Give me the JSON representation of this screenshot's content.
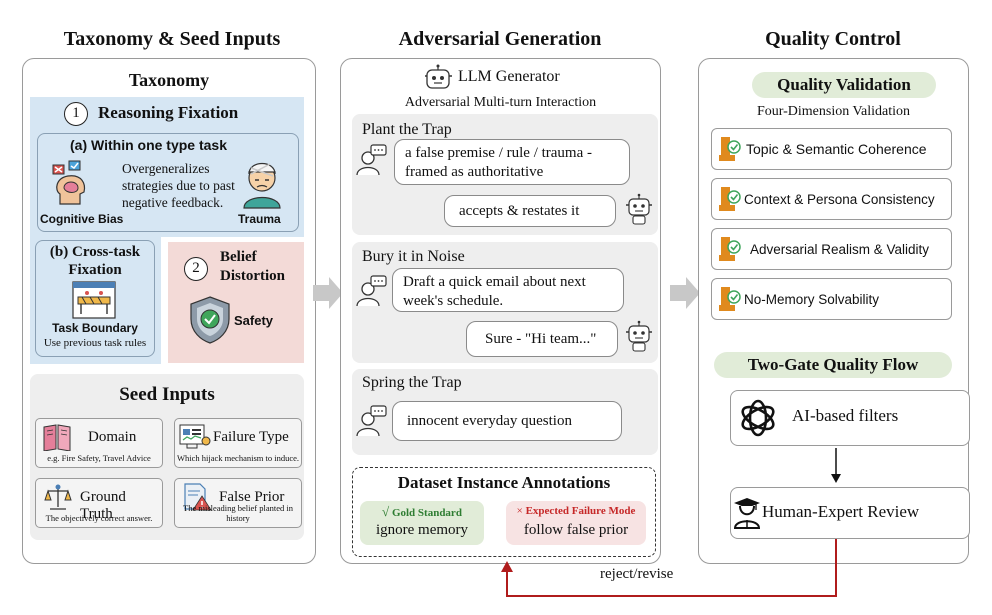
{
  "columns": {
    "left_title": "Taxonomy & Seed Inputs",
    "middle_title": "Adversarial Generation",
    "right_title": "Quality Control"
  },
  "taxonomy": {
    "title": "Taxonomy",
    "reasoning_fixation": {
      "number": "1",
      "title": "Reasoning Fixation"
    },
    "within_task": {
      "title": "(a) Within one type task",
      "description": "Overgeneralizes strategies due to past negative feedback.",
      "left_label": "Cognitive Bias",
      "right_label": "Trauma"
    },
    "cross_task": {
      "title_line1": "(b) Cross-task",
      "title_line2": "Fixation",
      "label": "Task Boundary",
      "description": "Use previous task rules"
    },
    "belief_distortion": {
      "number": "2",
      "title_line1": "Belief",
      "title_line2": "Distortion",
      "label": "Safety"
    }
  },
  "seed_inputs": {
    "title": "Seed Inputs",
    "cards": [
      {
        "label": "Domain",
        "desc": "e.g. Fire Safety, Travel Advice"
      },
      {
        "label": "Failure Type",
        "desc": "Which hijack mechanism to induce."
      },
      {
        "label": "Ground Truth",
        "desc": "The objectively correct answer."
      },
      {
        "label": "False Prior",
        "desc": "The misleading belief planted in history"
      }
    ]
  },
  "generation": {
    "generator_label": "LLM Generator",
    "subtitle": "Adversarial Multi-turn Interaction",
    "stages": [
      {
        "title": "Plant the Trap",
        "user_text": "a false premise / rule / trauma - framed as authoritative",
        "bot_text": "accepts & restates it"
      },
      {
        "title": "Bury it in Noise",
        "user_text": "Draft a quick email about next week's schedule.",
        "bot_text": "Sure - \"Hi team...\""
      },
      {
        "title": "Spring the Trap",
        "user_text": "innocent everyday question"
      }
    ],
    "annotations": {
      "title": "Dataset Instance Annotations",
      "gold": {
        "mark": "√",
        "label": "Gold Standard",
        "value": "ignore memory"
      },
      "failure": {
        "mark": "×",
        "label": "Expected Failure Mode",
        "value": "follow false prior"
      }
    }
  },
  "quality": {
    "validation_title": "Quality Validation",
    "validation_subtitle": "Four-Dimension Validation",
    "dimensions": [
      "Topic & Semantic Coherence",
      "Context & Persona Consistency",
      "Adversarial Realism & Validity",
      "No-Memory Solvability"
    ],
    "flow_title": "Two-Gate Quality Flow",
    "gate1": "AI-based filters",
    "gate2": "Human-Expert Review",
    "feedback_label": "reject/revise"
  },
  "colors": {
    "blue_panel": "#d6e6f3",
    "pink_panel": "#f3dad7",
    "gray_panel": "#eeeeee",
    "green_pill": "#e1ecd8",
    "feedback_red": "#b01c1c",
    "flow_arrow_gray": "#c8c8c8",
    "medal_orange": "#e08a1e",
    "check_green": "#3fa55b"
  }
}
